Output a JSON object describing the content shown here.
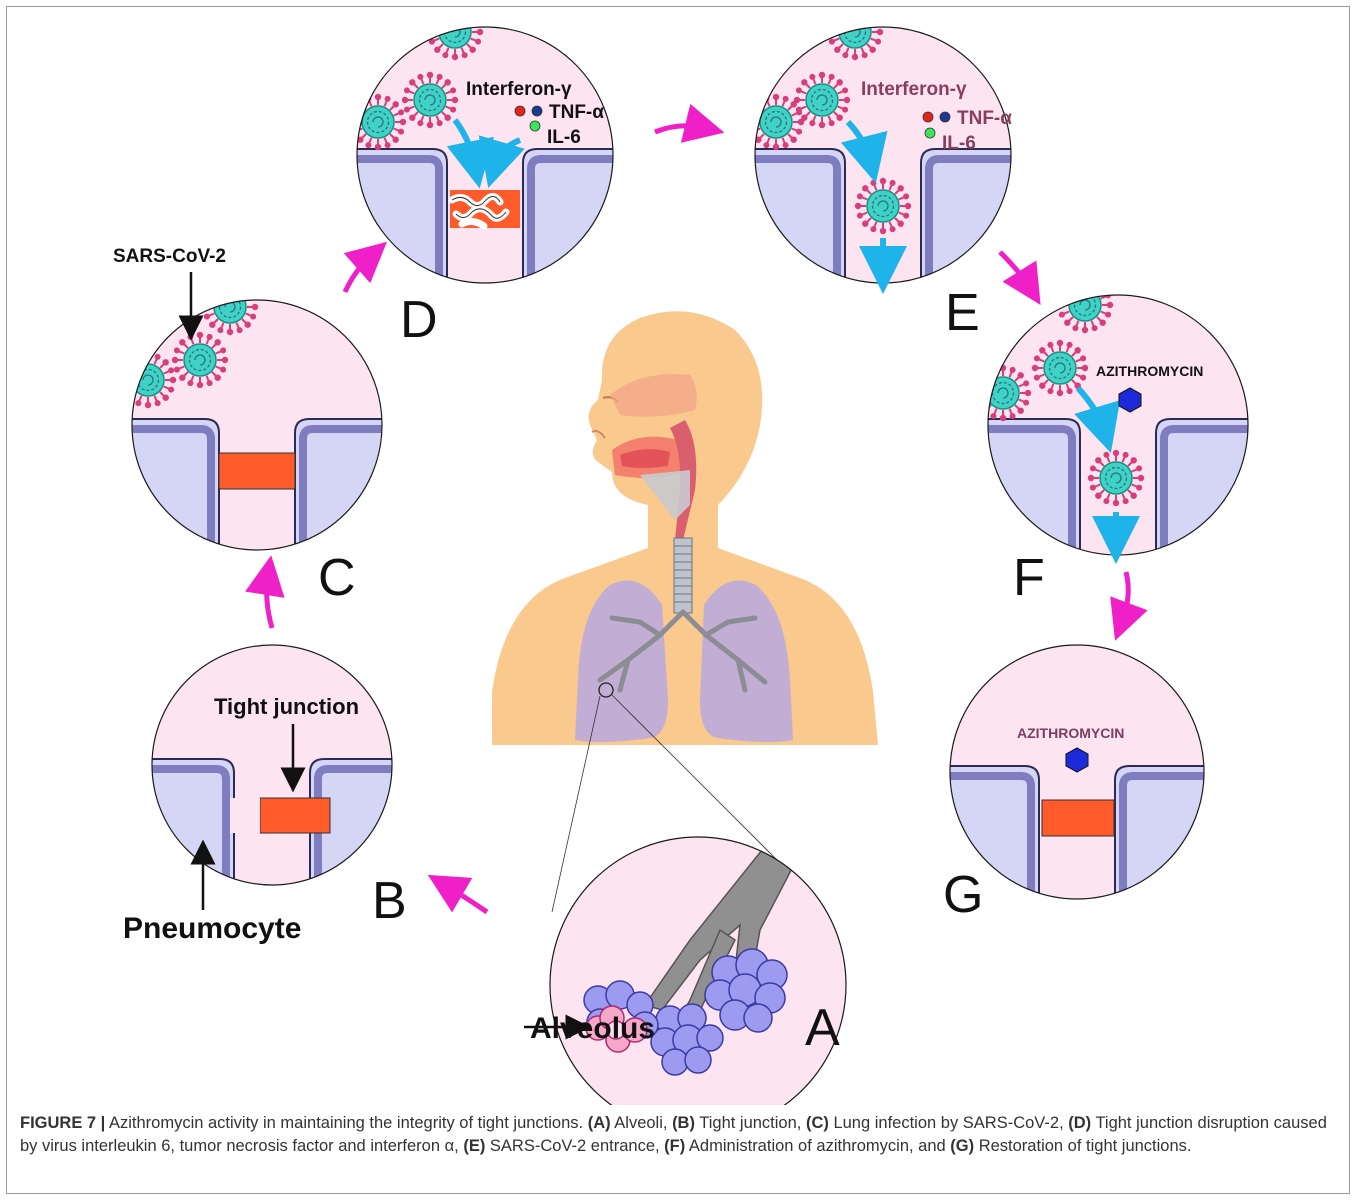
{
  "figure": {
    "panels": {
      "A": "A",
      "B": "B",
      "C": "C",
      "D": "D",
      "E": "E",
      "F": "F",
      "G": "G"
    },
    "labels": {
      "pneumocyte": "Pneumocyte",
      "tight_junction": "Tight junction",
      "sars_cov_2": "SARS-CoV-2",
      "alveolus": "Alveolus",
      "interferon": "Interferon-γ",
      "tnf": "TNF-α",
      "il6": "IL-6",
      "azithromycin": "AZITHROMYCIN"
    },
    "colors": {
      "circle_fill": "#fce4f0",
      "cell_fill": "#d5d6f5",
      "cell_border": "#7d7dbf",
      "junction": "#ff5a2a",
      "virus_core": "#3ed3c4",
      "virus_spike": "#d63e7c",
      "arrow_cycle": "#f020c8",
      "arrow_virus": "#1eb4ea",
      "skin": "#f9c98d",
      "lung": "#b9a8e0",
      "drug": "#1c2ad9"
    }
  },
  "caption": {
    "prefix": "FIGURE 7 |",
    "text_0": " Azithromycin activity in maintaining the integrity of tight junctions. ",
    "tag_a": "(A)",
    "text_a": " Alveoli, ",
    "tag_b": "(B)",
    "text_b": " Tight junction, ",
    "tag_c": "(C)",
    "text_c": " Lung infection by SARS-CoV-2, ",
    "tag_d": "(D)",
    "text_d": " Tight junction disruption caused by virus interleukin 6, tumor necrosis factor and interferon α, ",
    "tag_e": "(E)",
    "text_e": " SARS-CoV-2 entrance, ",
    "tag_f": "(F)",
    "text_f": " Administration of azithromycin, and ",
    "tag_g": "(G)",
    "text_g": " Restoration of tight junctions."
  }
}
